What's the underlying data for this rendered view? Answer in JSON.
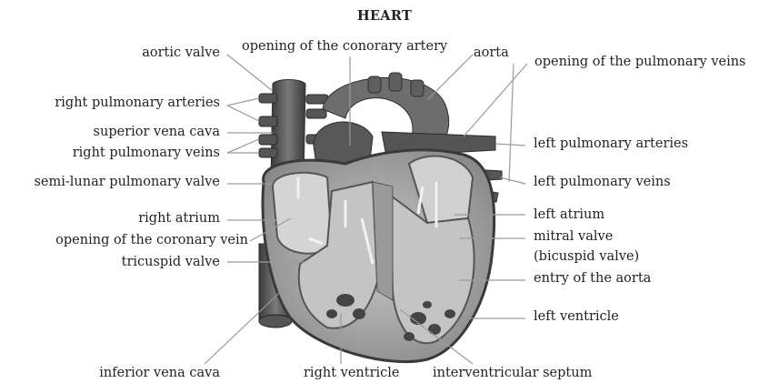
{
  "title": "HEART",
  "labels": {
    "aortic_valve": "aortic valve",
    "opening_coronary_artery": "opening of the conorary artery",
    "aorta": "aorta",
    "opening_pulmonary_veins": "opening of the pulmonary veins",
    "right_pulmonary_arteries": "right pulmonary arteries",
    "superior_vena_cava": "superior vena cava",
    "right_pulmonary_veins": "right pulmonary veins",
    "semi_lunar_pulmonary_valve": "semi-lunar pulmonary valve",
    "right_atrium": "right atrium",
    "opening_coronary_vein": "opening of the coronary vein",
    "tricuspid_valve": "tricuspid valve",
    "left_pulmonary_arteries": "left pulmonary arteries",
    "left_pulmonary_veins": "left pulmonary veins",
    "left_atrium": "left atrium",
    "mitral_valve": "mitral valve",
    "bicuspid_valve": "(bicuspid valve)",
    "entry_of_aorta": "entry of the aorta",
    "left_ventricle": "left ventricle",
    "inferior_vena_cava": "inferior vena cava",
    "right_ventricle": "right ventricle",
    "interventricular_septum": "interventricular septum"
  }
}
